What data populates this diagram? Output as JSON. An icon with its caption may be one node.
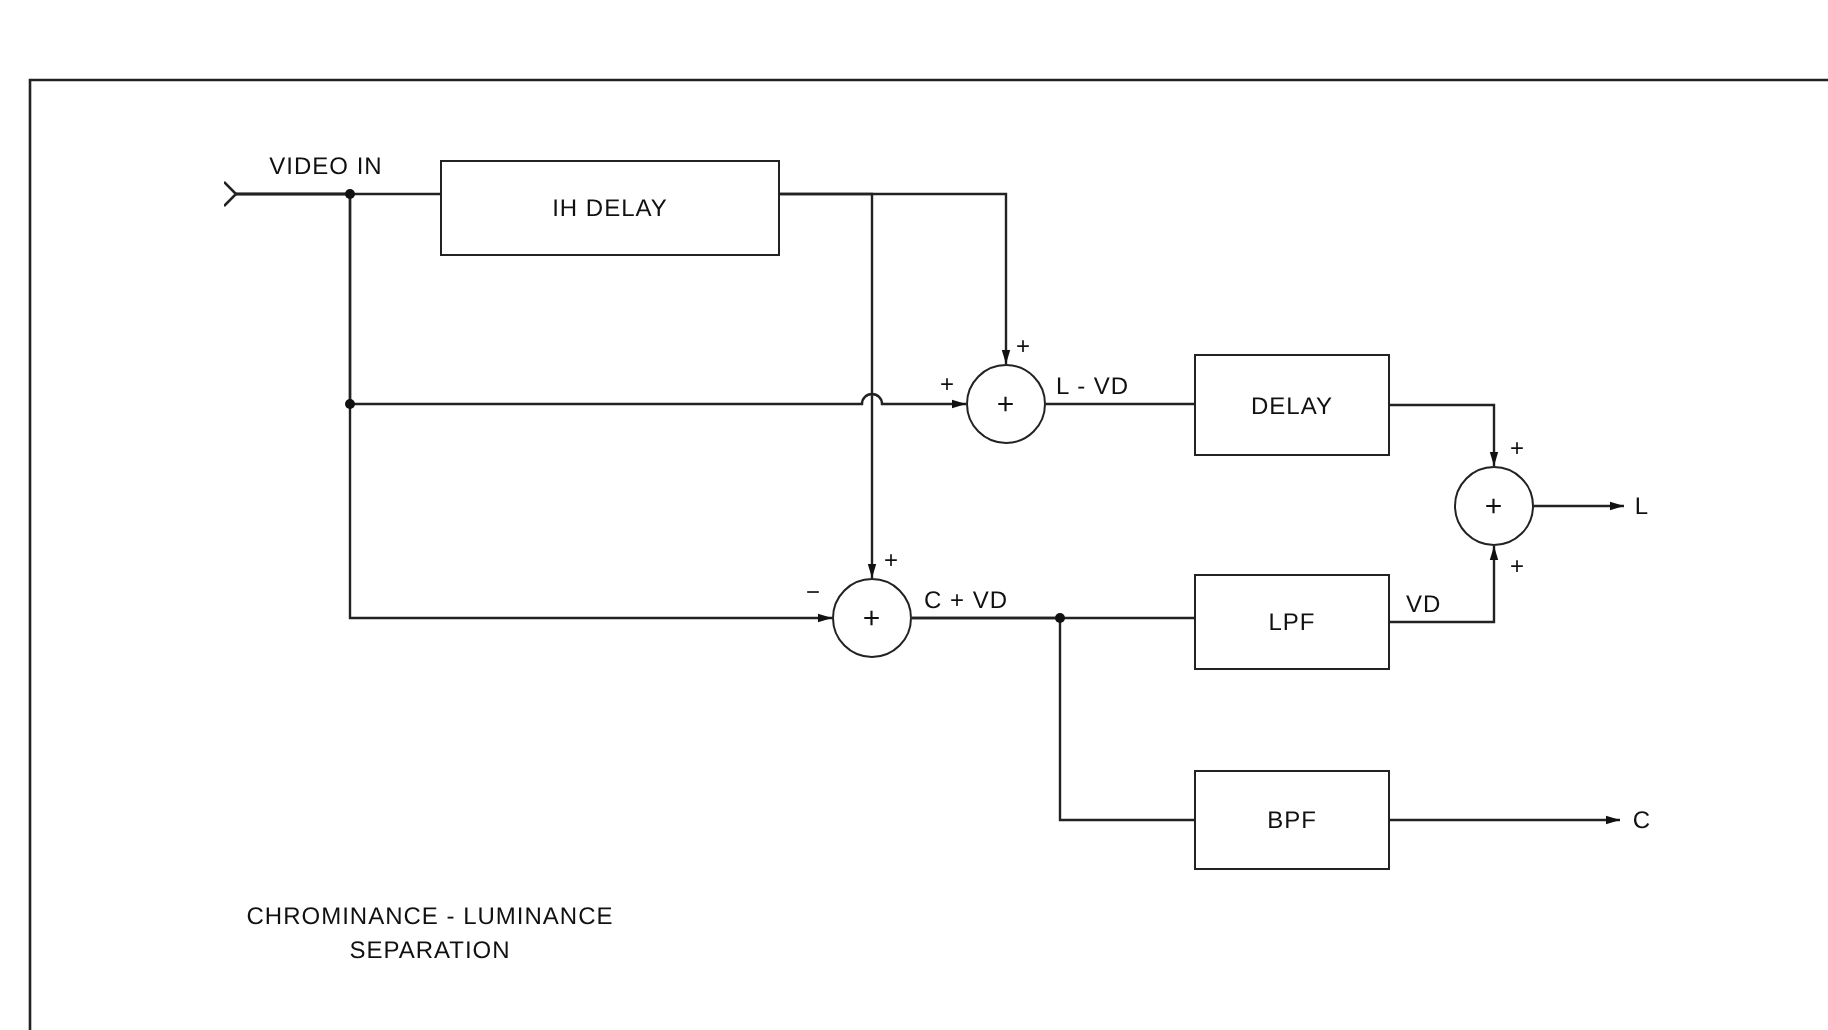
{
  "diagram": {
    "caption": "CHROMINANCE - LUMINANCE SEPARATION",
    "nodes": [
      {
        "text": [
          "IH DELAY"
        ]
      },
      {
        "text": [
          "+"
        ],
        "beside": [
          "+",
          "+"
        ]
      },
      {
        "text": [
          "DELAY"
        ]
      },
      {
        "text": [
          "+"
        ],
        "beside": [
          "+",
          "+"
        ]
      },
      {
        "text": [
          "+"
        ],
        "beside": [
          "+",
          "−"
        ]
      },
      {
        "text": [
          "LPF"
        ]
      },
      {
        "text": [
          "BPF"
        ]
      },
      {
        "text": [
          "VIDEO IN"
        ]
      },
      {
        "text": [
          "L"
        ]
      },
      {
        "text": [
          "C"
        ]
      }
    ],
    "edges": [
      {
        "from": 7,
        "to": 0,
        "arrow": "other"
      },
      {
        "from": 7,
        "to": 1,
        "arrow": "to"
      },
      {
        "from": 7,
        "to": 4,
        "arrow": "to"
      },
      {
        "from": 0,
        "to": 1,
        "arrow": "to"
      },
      {
        "from": 0,
        "to": 4,
        "arrow": "to"
      },
      {
        "from": 1,
        "to": 2,
        "arrow": "none",
        "label": "L - VD"
      },
      {
        "from": 4,
        "to": 5,
        "arrow": "none",
        "label": "C + VD"
      },
      {
        "from": 4,
        "to": 6,
        "arrow": "none"
      },
      {
        "from": 2,
        "to": 3,
        "arrow": "to"
      },
      {
        "from": 5,
        "to": 3,
        "arrow": "to",
        "label": "VD"
      },
      {
        "from": 3,
        "to": 8,
        "arrow": "to"
      },
      {
        "from": 6,
        "to": 9,
        "arrow": "to"
      }
    ]
  }
}
